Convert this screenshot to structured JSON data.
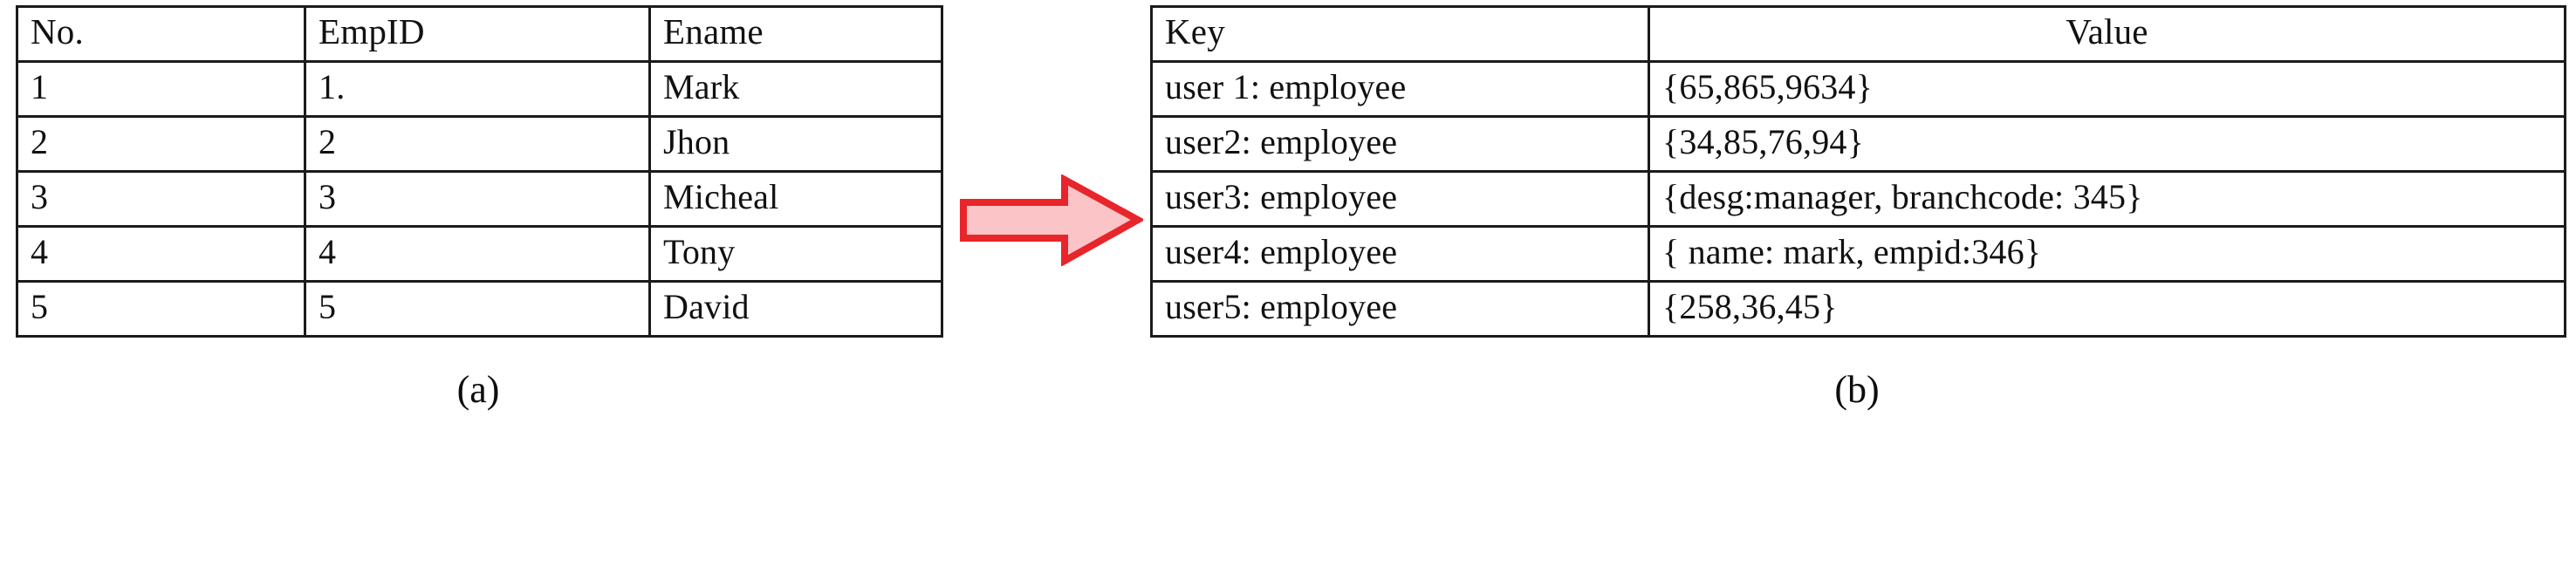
{
  "figure": {
    "panel_a": {
      "caption": "(a)",
      "table": {
        "headers": [
          "No.",
          "EmpID",
          "Ename"
        ],
        "rows": [
          [
            "1",
            "1.",
            "Mark"
          ],
          [
            "2",
            "2",
            "Jhon"
          ],
          [
            "3",
            "3",
            "Micheal"
          ],
          [
            "4",
            "4",
            "Tony"
          ],
          [
            "5",
            "5",
            "David"
          ]
        ]
      }
    },
    "panel_b": {
      "caption": "(b)",
      "table": {
        "headers": [
          "Key",
          "Value"
        ],
        "rows": [
          [
            "user 1: employee",
            "{65,865,9634}"
          ],
          [
            "user2: employee",
            "{34,85,76,94}"
          ],
          [
            "user3: employee",
            "{desg:manager, branchcode: 345}"
          ],
          [
            "user4: employee",
            "{ name: mark, empid:346}"
          ],
          [
            "user5: employee",
            "{258,36,45}"
          ]
        ]
      }
    },
    "arrow": {
      "icon": "right-arrow-icon",
      "outline_color": "#e8252a",
      "fill_color": "#fbc5c8"
    },
    "colors": {
      "border": "#1b1b1b",
      "text": "#111111",
      "background": "#ffffff"
    }
  }
}
